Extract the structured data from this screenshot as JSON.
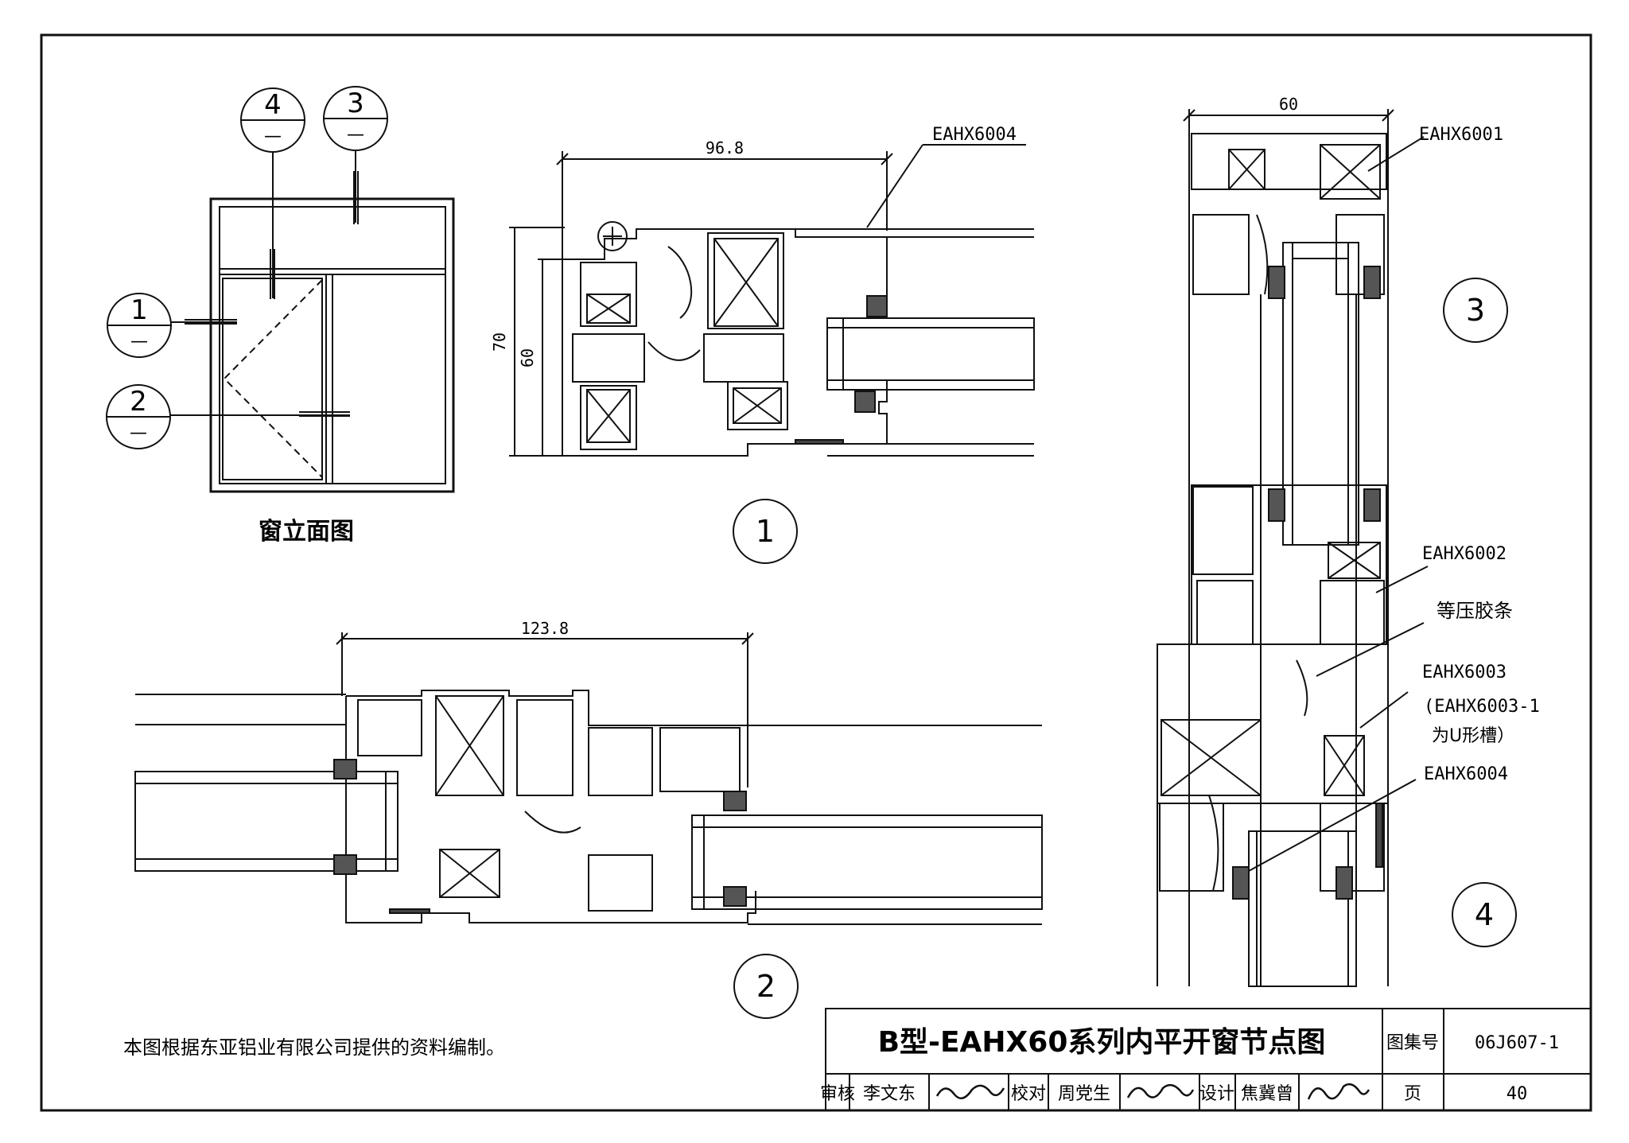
{
  "elevation": {
    "title": "窗立面图",
    "markers": [
      {
        "number": "1",
        "sub": "—"
      },
      {
        "number": "2",
        "sub": "—"
      },
      {
        "number": "3",
        "sub": "—"
      },
      {
        "number": "4",
        "sub": "—"
      }
    ]
  },
  "detail_1": {
    "label": "1",
    "dim_width": "96.8",
    "dim_height_outer": "70",
    "dim_height_inner": "60",
    "profile_code": "EAHX6004"
  },
  "detail_2": {
    "label": "2",
    "dim_width": "123.8"
  },
  "details_3_4": {
    "dim_width": "60",
    "label_3": "3",
    "label_4": "4",
    "callouts": {
      "c1": "EAHX6001",
      "c2": "EAHX6002",
      "c3": "等压胶条",
      "c4": "EAHX6003",
      "c5": "(EAHX6003-1",
      "c6": "为U形槽）",
      "c7": "EAHX6004"
    }
  },
  "note": "本图根据东亚铝业有限公司提供的资料编制。",
  "title_block": {
    "title": "B型-EAHX60系列内平开窗节点图",
    "atlas_label": "图集号",
    "atlas_no": "06J607-1",
    "review_label": "审核",
    "reviewer": "李文东",
    "check_label": "校对",
    "checker": "周党生",
    "design_label": "设计",
    "designer": "焦冀曾",
    "page_label": "页",
    "page_no": "40"
  }
}
